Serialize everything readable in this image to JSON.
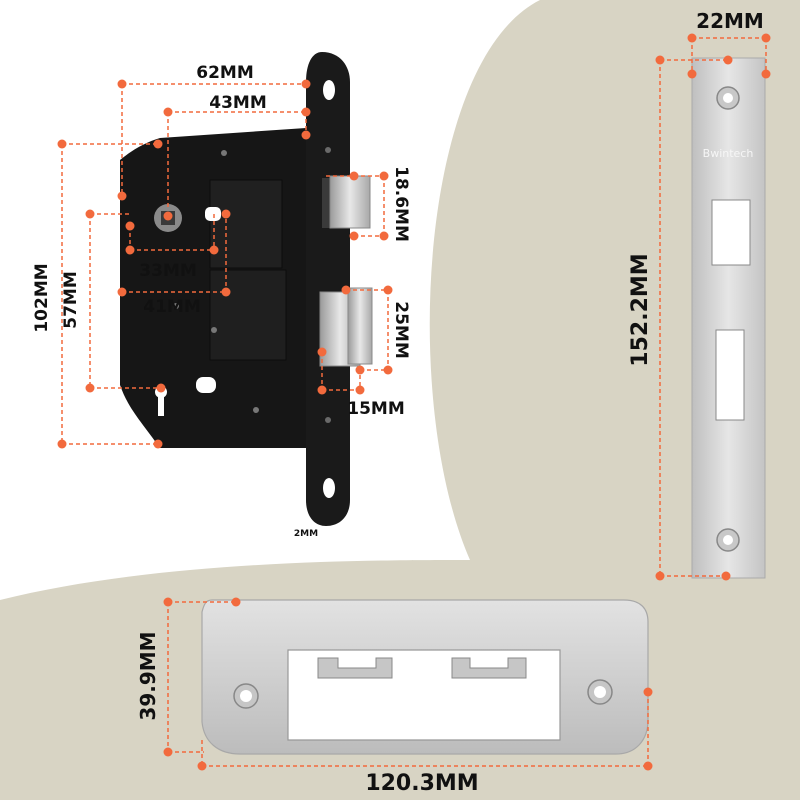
{
  "image": {
    "description_kind": "product-dimension-photo",
    "colors": {
      "accent": "#F26A3D",
      "beige_panel": "#D8D4C4",
      "lock_body": "#161616",
      "steel": "#D3D3D3"
    }
  },
  "dimensions": {
    "mortise": {
      "overall_width": "62MM",
      "backset": "43MM",
      "follower_to_cylinder_33": "33MM",
      "follower_to_cylinder_41": "41MM",
      "height": "102MM",
      "follower_to_keyhole": "57MM",
      "latch_height": "18.6MM",
      "deadbolt_height": "25MM",
      "deadbolt_throw": "15MM",
      "faceplate_thickness": "2MM"
    },
    "faceplate": {
      "width": "22MM",
      "height": "152.2MM",
      "brand": "Bwintech"
    },
    "strike_plate": {
      "height": "39.9MM",
      "width": "120.3MM"
    }
  }
}
